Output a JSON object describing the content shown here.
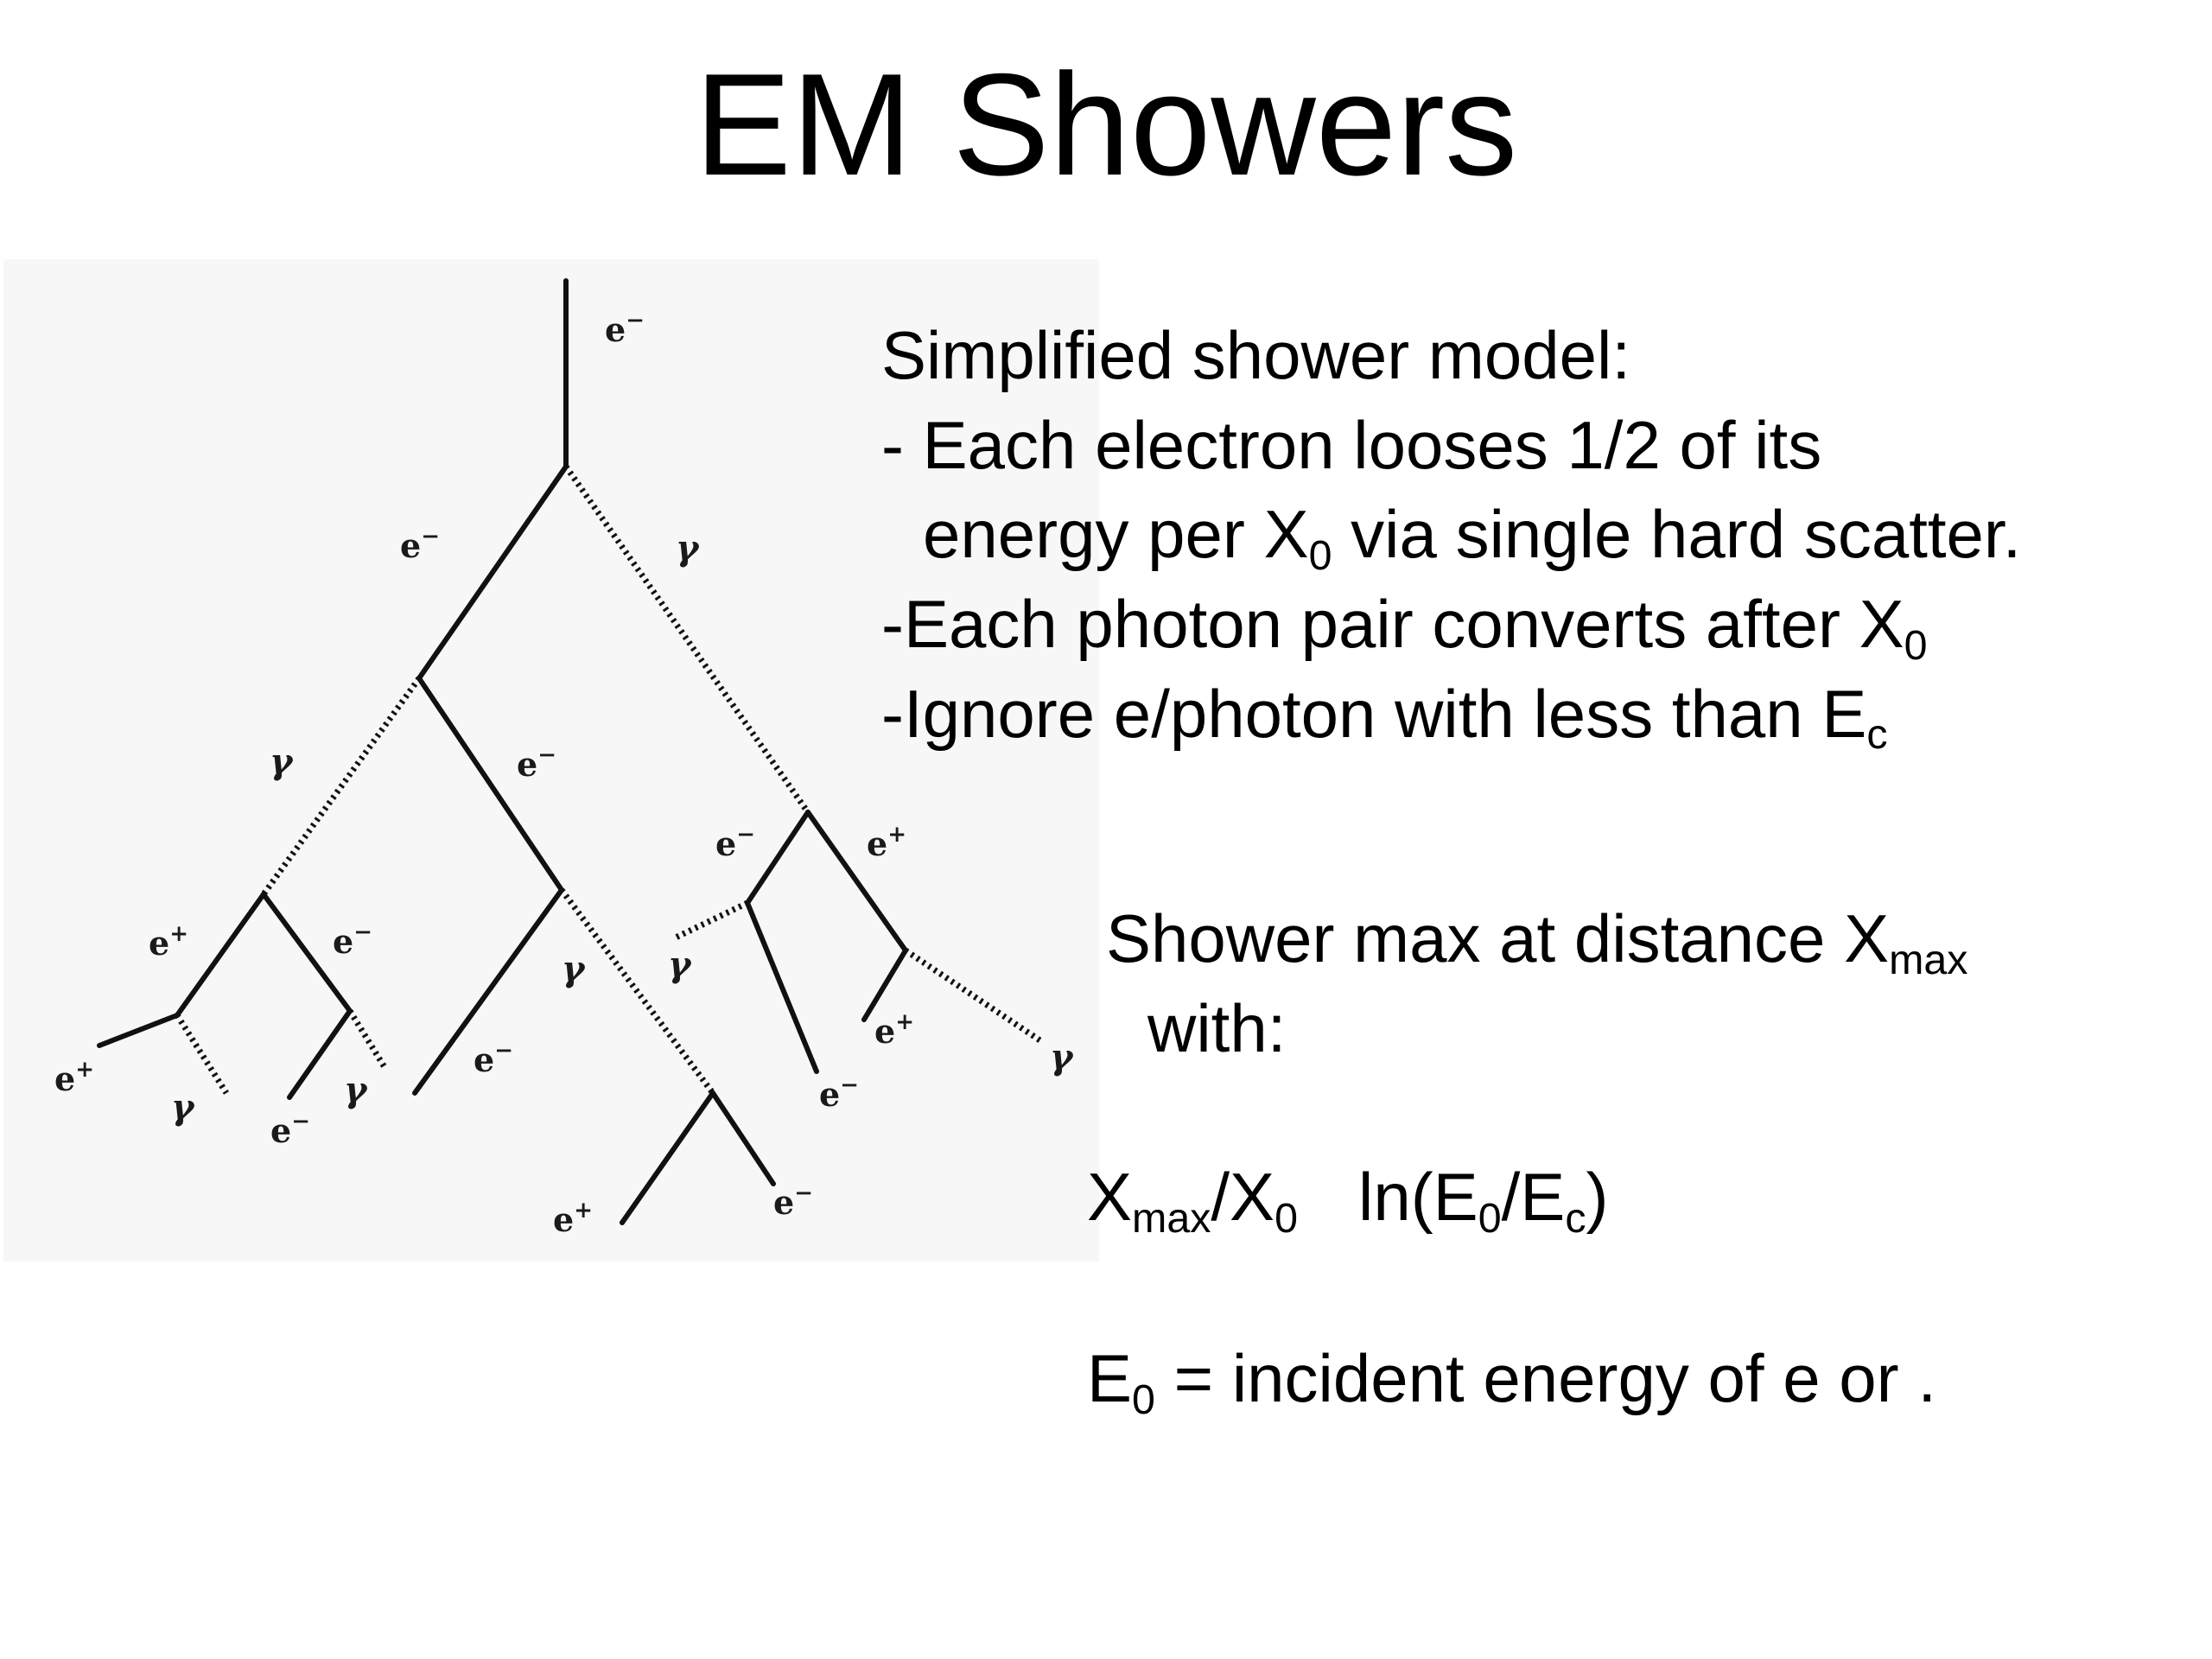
{
  "title": "EM Showers",
  "model": {
    "heading": "Simplified shower model:",
    "line1": "- Each electron looses 1/2 of its",
    "line2_pre": "energy per X",
    "line2_sub": "0",
    "line2_post": " via single hard scatter.",
    "line3_pre": "-Each photon pair converts after X",
    "line3_sub": "0",
    "line4_pre": "-Ignore e/photon with less than E",
    "line4_sub": "c"
  },
  "shower_max": {
    "line1_pre": "Shower max at distance X",
    "line1_sub": "max",
    "line2": "with:"
  },
  "formula": {
    "lhs_x": "X",
    "lhs_sub": "max",
    "lhs_div": "/X",
    "lhs_sub2": "0",
    "rhs_pre": "ln(E",
    "rhs_sub": "0",
    "rhs_mid": "/E",
    "rhs_sub2": "c",
    "rhs_post": ")"
  },
  "incident": {
    "e": "E",
    "sub": "0",
    "text": " = incident energy of e or  ."
  },
  "diagram": {
    "labels": {
      "electron_base": "e",
      "electron_sup": "−",
      "positron_sup": "+",
      "photon": "γ"
    }
  }
}
